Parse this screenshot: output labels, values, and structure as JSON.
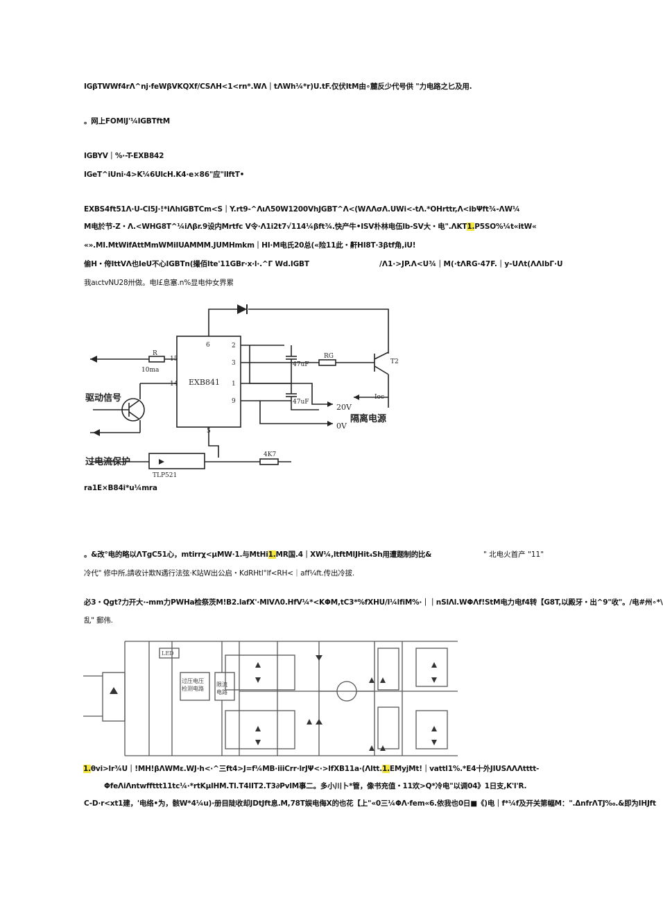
{
  "text": {
    "p1": "IGβTWWf4rΛ^nj·feWβVKQXf/CSΛH<1<rn*.WΛ｜tΛWh¼*r)U.tF.仅伏ItM由∘麓反少代号供 \"力电路之匕及用.",
    "p2": "。网上FOMlJ'¼IGBTftM",
    "p3": "IGBYV｜%·-T-EXB842",
    "p4": "IGeT^iUni·4>K¼6UlcH.K4·e×86\"应\"llftT•",
    "p5": "EXBS4ft51Λ·U-Cl5J·!*iΛhIGBTCm<S｜Y.rt9-^ΛιΛ50W1200VhJGBT^Λ<(WΛΛσΛ.UWi<-tΛ.*OHrttr,Λ<ibΨft¾-ΛW¼",
    "p6a": "M电於节-Z・Λ.<WHG8T^¼iΛβr.9设内Mrtfc V令·Λ1i2t7√114¼βft¾.快产牛•ISV朴林电伍lb-SV大・电\".ΛKT",
    "p6hl": "1.",
    "p6b": "P5SO%¼t«itW«",
    "p7": "«».MI.MtWifAttMmWMiIUAMMM.JUMHmkm｜HI·M电氏20总(«险11此・鼾HI8T·3βtf角,iU!",
    "p8a": "偷H・侉IttVΛ也IeU不心IGBTn(撮佰Ite'11GBr·x·l·.^Γ Wd.IGBT",
    "p8b": "/Λ1·>JP.Λ<U¾｜M(·tΛRG·47F.｜y-UΛt(ΛΛlbΓ·U",
    "p9": "我aιctvNU28卅做。电I£息塞.n%显电仲女界累",
    "caption1": "ra1E×B84i*u¼mra",
    "p10a": "。&改°电的略以ΛTgC51心，mtirrχ<μMW·1.与MtHi",
    "p10hl": "1.",
    "p10b": "MR国.4｜XW¼,ltftMlJHit₄Sh用遭题制的比&",
    "p10c": "\" 北电火首产 \"11\"",
    "p11": "冷代\" 修中所,請收计欺N遇行法弦·K站W出公启・KdRHtl°lf<RH<｜aff¼ft.传出冷拔.",
    "p12": "必3・Qgt?力开大·-mm力PWHa检祭茨M!B2.lafX'·MlVΛ0.HfV¼*<KΦM,tC3*%fXHU/l¼lfiM%·｜｜nSlΛl.WΦΛf!StM电力电f4转【G8T,以殿牙・出^9\"收\"。/电#州∘*\\",
    "p13": "乱\" 郵伟.",
    "p14a": "",
    "p14hl1": "1.",
    "p14b": "θvi>lr¾U｜!MH!βΛWMε.WJ·h<·^三ft4>J=f¼MB·iiiCrr·lrJΨ<·>lfXB11a·(Λltt.",
    "p14hl2": "1.",
    "p14c": "EMyjMt!｜vattl1%.*E4十外JIUSΛΛΛtttt-",
    "p15": "ΦfeΛiΛntwffttt11tc¼·*rtKμlHM.Tl.T4IIT2.T3∂PvlM事二。多小川卜*管，像书充值・11欢>Q*冷电\"以调04》1日支,K'l'R.",
    "p16": "C-D·r<xt1建，'电络•为，骸W*4¼u)·册目陡收却JDtJft息.M,78T娱电侮X的也花【上\"«0三¼ΦΛ·fem«6.依我也0日■《)电｜f*¼f及开关第幅M：\".ΔnfrΛTJ‰.&即为IHJft",
    "fig1": {
      "chip": "EXB841",
      "pin15": "15",
      "pin14": "14",
      "pin6": "6",
      "pin2": "2",
      "pin3": "3",
      "pin1": "1",
      "pin9": "9",
      "pin5": "5",
      "r": "R",
      "current": "10ma",
      "drive": "驱动信号",
      "ocp": "过电流保护",
      "tlp": "TLP521",
      "cap1": "47uF",
      "cap2": "47uF",
      "rg": "RG",
      "t2": "T2",
      "ioc": "Ioc",
      "v20": "20V",
      "v0": "0V",
      "iso": "隔离电源",
      "r4k7": "4K7"
    },
    "fig2": {
      "b1": "过压电压\n检测电路",
      "b2": "限流\n电路",
      "b3": "LED"
    }
  }
}
